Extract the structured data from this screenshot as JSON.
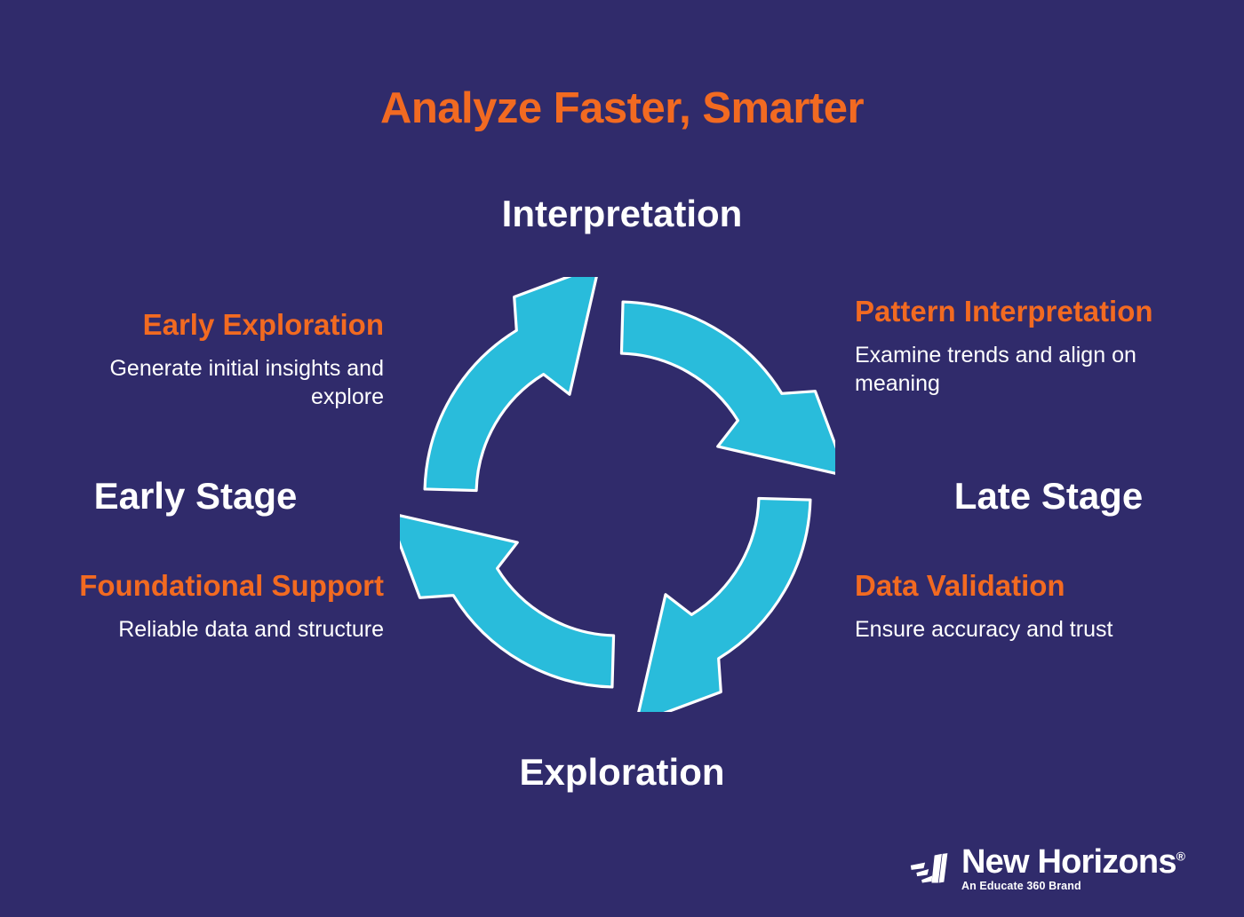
{
  "page": {
    "title": "Analyze Faster, Smarter",
    "background_color": "#302B6B",
    "accent_orange": "#F26A21",
    "accent_cyan": "#29BCDB",
    "text_white": "#FFFFFF"
  },
  "axes": {
    "top_label": "Interpretation",
    "bottom_label": "Exploration",
    "left_label": "Early Stage",
    "right_label": "Late Stage"
  },
  "quadrants": [
    {
      "position": "top-left",
      "title": "Early Exploration",
      "description": "Generate initial insights and explore"
    },
    {
      "position": "top-right",
      "title": "Pattern Interpretation",
      "description": "Examine trends and align on meaning"
    },
    {
      "position": "bottom-left",
      "title": "Foundational Support",
      "description": "Reliable data and structure"
    },
    {
      "position": "bottom-right",
      "title": "Data Validation",
      "description": "Ensure accuracy and trust"
    }
  ],
  "diagram": {
    "type": "cyclic-arrow-ring",
    "segments": 4,
    "segment_color": "#29BCDB",
    "outline_color": "#FFFFFF",
    "icon_name": "four-segment-cycle-arrows"
  },
  "logo": {
    "name": "New Horizons",
    "registered_mark": "®",
    "tagline": "An Educate 360 Brand",
    "mark_icon": "new-horizons-swoosh-icon"
  }
}
